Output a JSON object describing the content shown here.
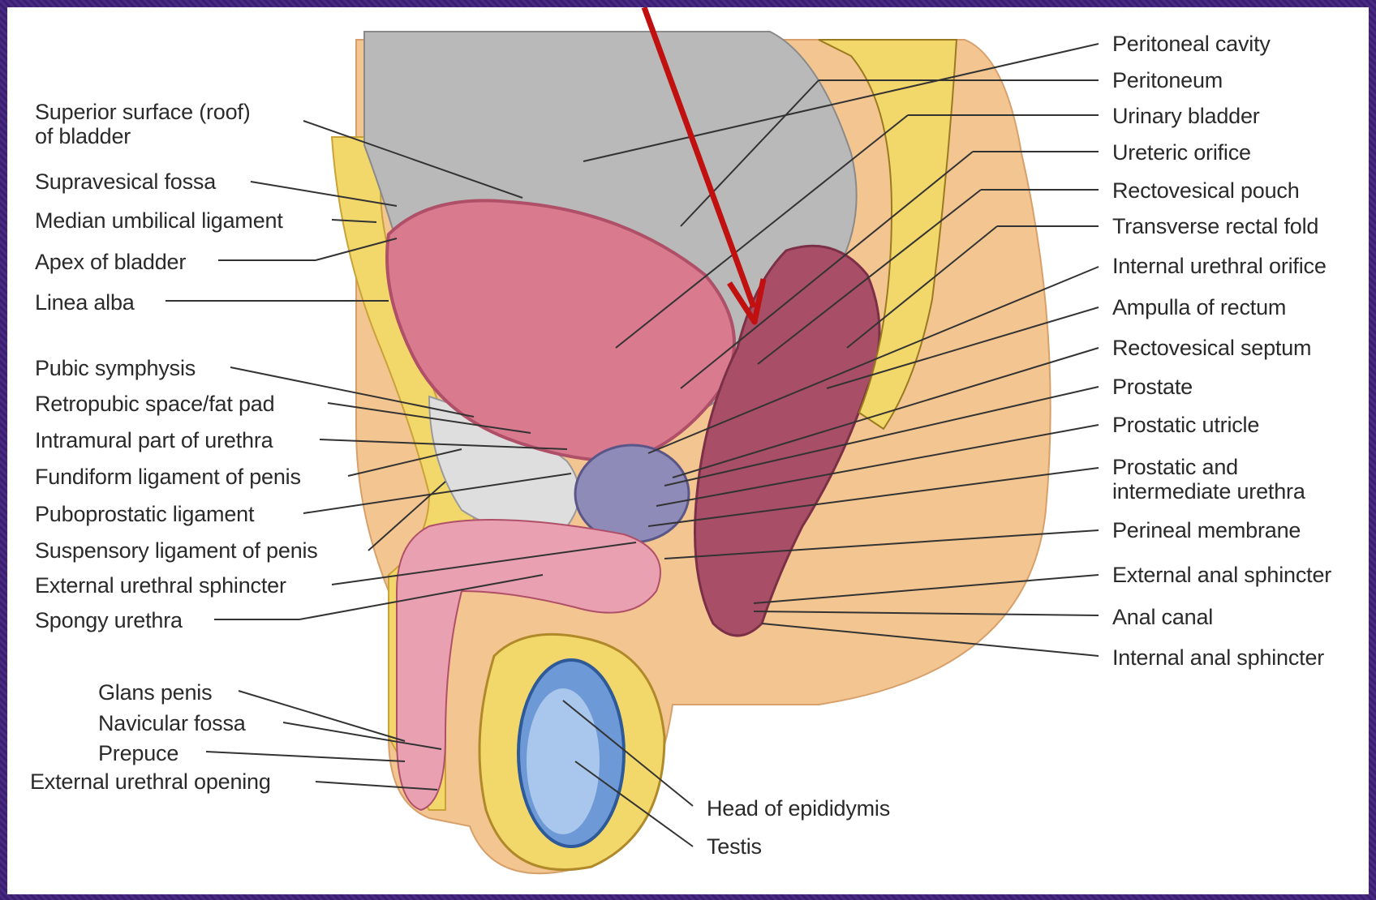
{
  "colors": {
    "frame": "#3a1f6e",
    "arrow": "#c01010",
    "bladder": "#d97a8e",
    "fat": "#f2d76a",
    "skin": "#f3c590",
    "peritoneum_cavity": "#b9b9b9",
    "testis": "#6d9ad6",
    "prostate": "#8f8bb8"
  },
  "labels_left": [
    "Superior surface (roof)\nof bladder",
    "Supravesical fossa",
    "Median umbilical ligament",
    "Apex of bladder",
    "Linea alba",
    "Pubic symphysis",
    "Retropubic space/fat pad",
    "Intramural part of urethra",
    "Fundiform ligament of penis",
    "Puboprostatic ligament",
    "Suspensory ligament of penis",
    "External urethral sphincter",
    "Spongy urethra",
    "Glans penis",
    "Navicular fossa",
    "Prepuce",
    "External urethral opening"
  ],
  "labels_right": [
    "Peritoneal cavity",
    "Peritoneum",
    "Urinary bladder",
    "Ureteric orifice",
    "Rectovesical pouch",
    "Transverse rectal fold",
    "Internal urethral orifice",
    "Ampulla of rectum",
    "Rectovesical septum",
    "Prostate",
    "Prostatic utricle",
    "Prostatic and\nintermediate urethra",
    "Perineal membrane",
    "External anal sphincter",
    "Anal canal",
    "Internal anal sphincter"
  ],
  "labels_bottom": [
    "Head of epididymis",
    "Testis"
  ]
}
